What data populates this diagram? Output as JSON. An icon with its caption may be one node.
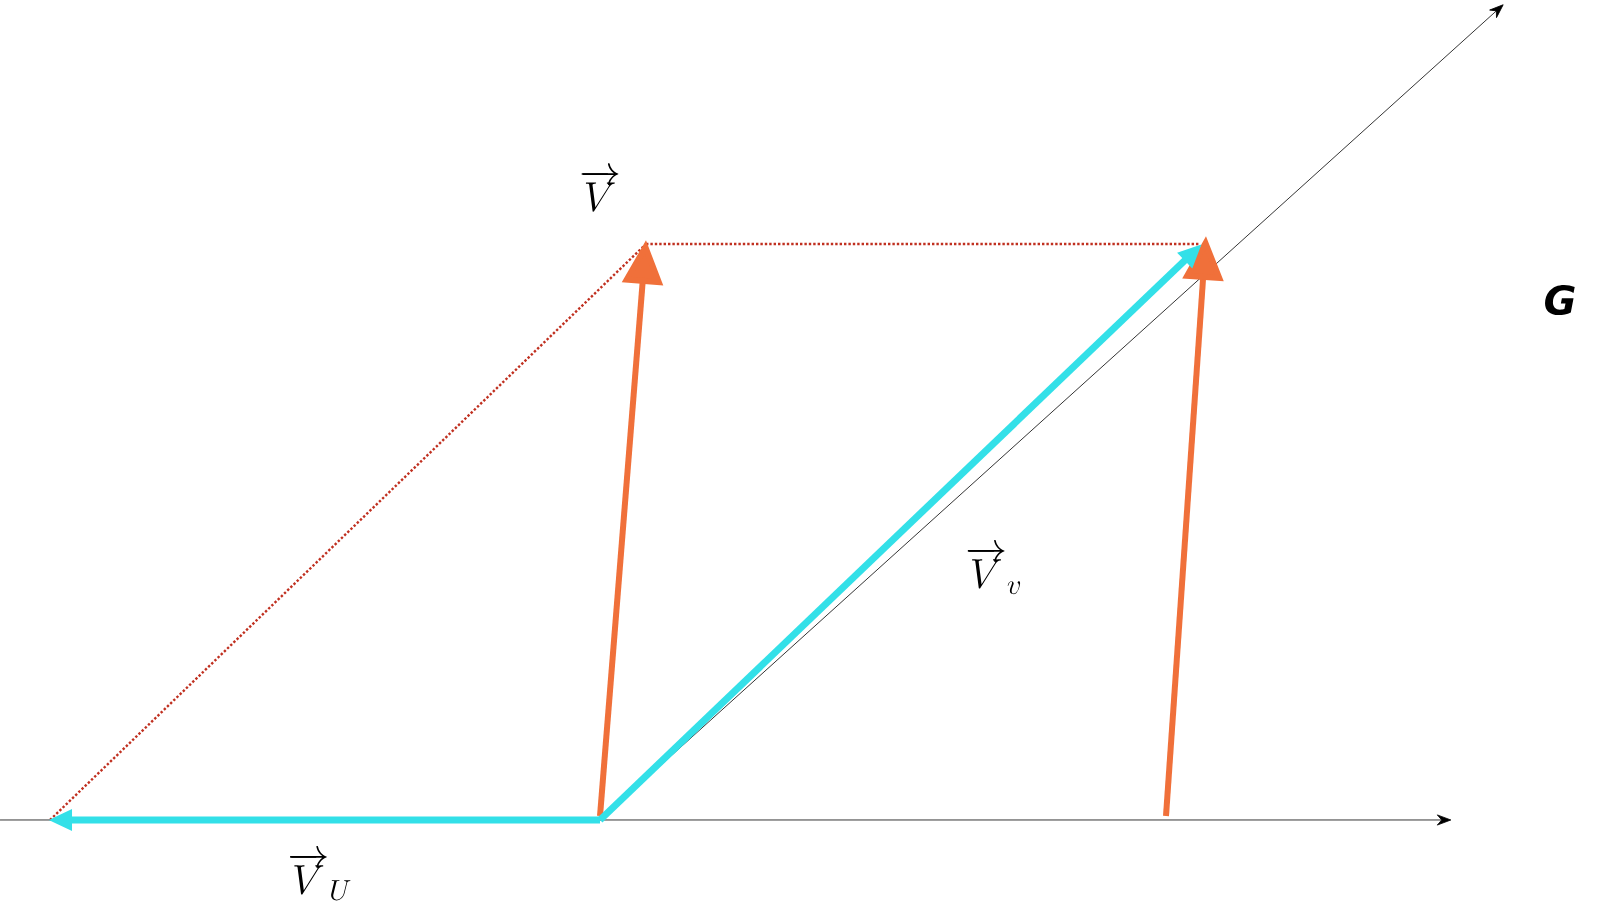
{
  "diagram": {
    "labels": [
      "\\overrightarrow{V}",
      "\\overrightarrow{V}_{v}",
      "\\overrightarrow{V}_{U}",
      "G"
    ]
  }
}
